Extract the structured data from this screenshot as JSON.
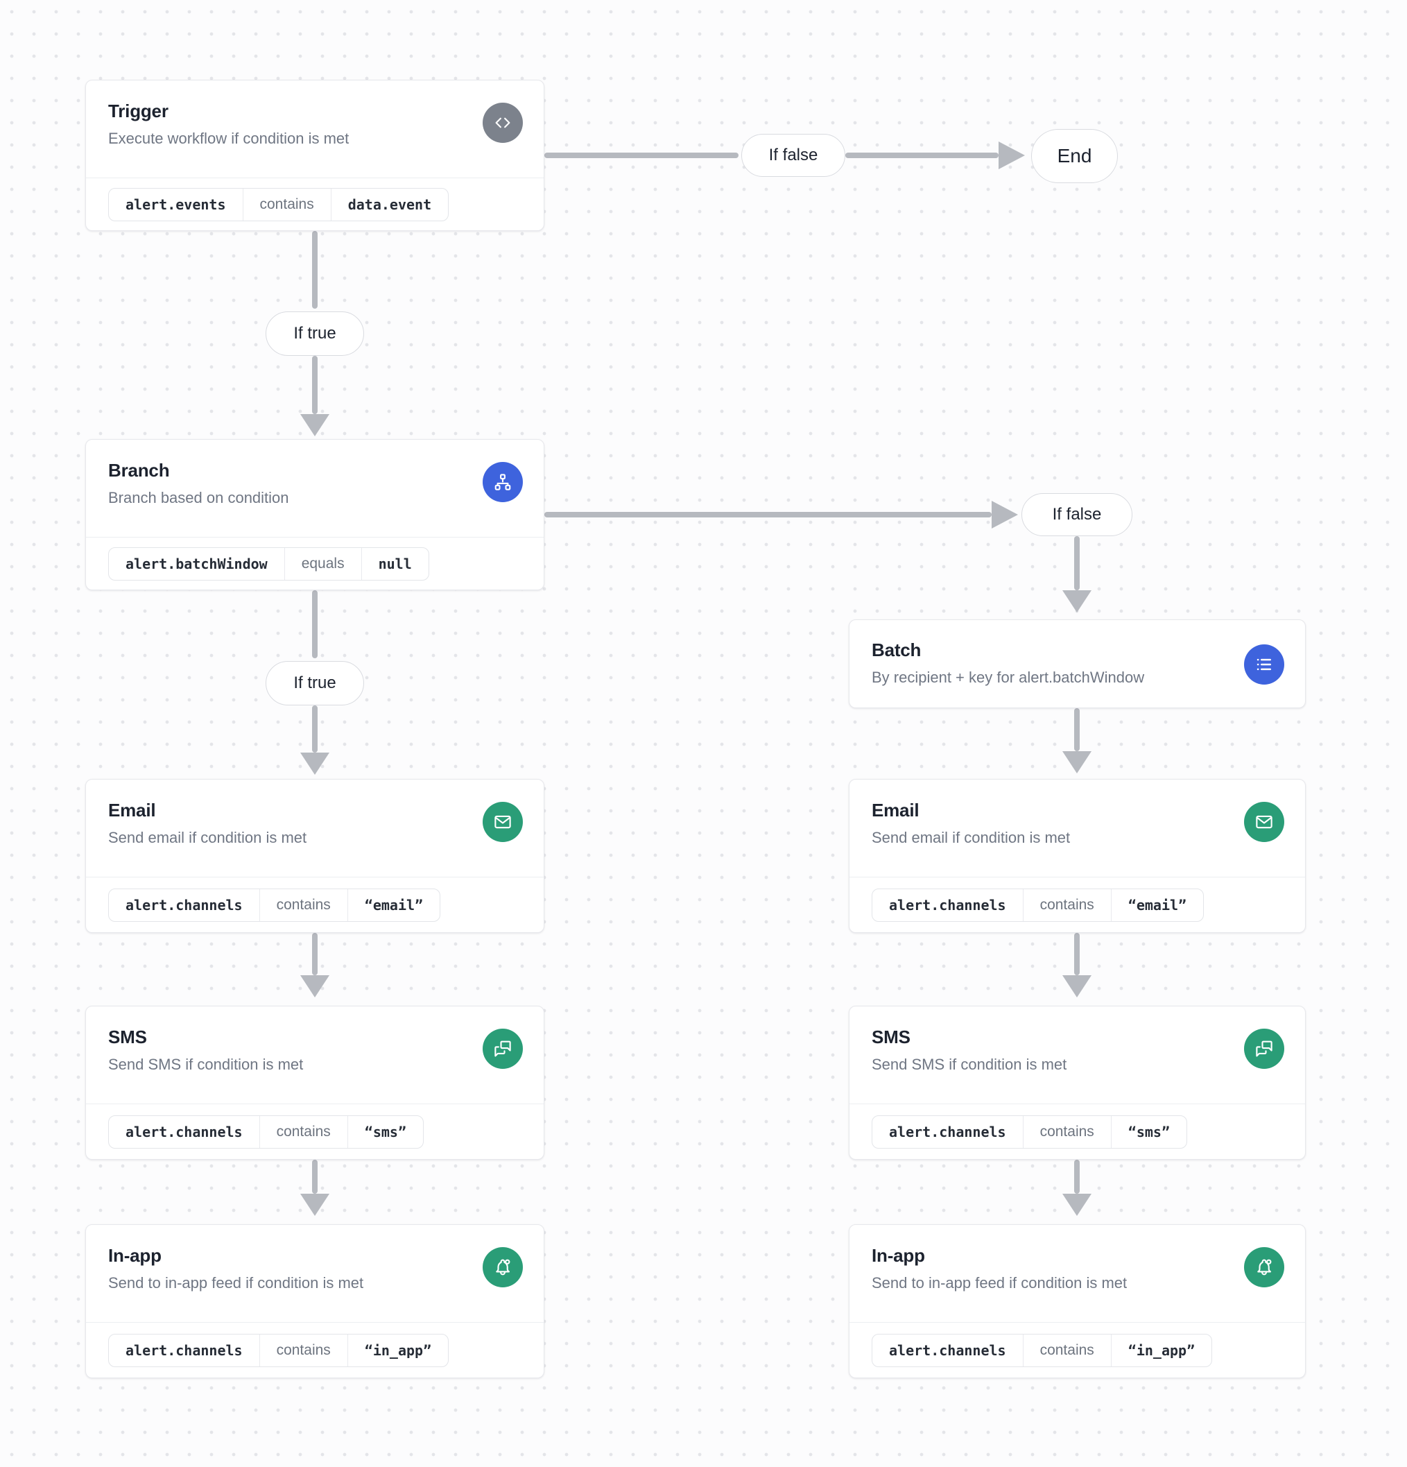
{
  "labels": {
    "if_true_1": "If true",
    "if_true_2": "If true",
    "if_false_top": "If false",
    "if_false_right": "If false",
    "end": "End"
  },
  "nodes": [
    {
      "id": "trigger",
      "title": "Trigger",
      "subtitle": "Execute workflow if condition is met",
      "icon": "code-icon",
      "condition": {
        "field": "alert.events",
        "operator": "contains",
        "value": "data.event"
      }
    },
    {
      "id": "branch",
      "title": "Branch",
      "subtitle": "Branch based on condition",
      "icon": "branch-icon",
      "condition": {
        "field": "alert.batchWindow",
        "operator": "equals",
        "value": "null"
      }
    },
    {
      "id": "batch",
      "title": "Batch",
      "subtitle": "By recipient + key for alert.batchWindow",
      "icon": "list-icon"
    },
    {
      "id": "email-left",
      "title": "Email",
      "subtitle": "Send email if condition is met",
      "icon": "mail-icon",
      "condition": {
        "field": "alert.channels",
        "operator": "contains",
        "value": "“email”"
      }
    },
    {
      "id": "sms-left",
      "title": "SMS",
      "subtitle": "Send SMS if condition is met",
      "icon": "chat-bubbles-icon",
      "condition": {
        "field": "alert.channels",
        "operator": "contains",
        "value": "“sms”"
      }
    },
    {
      "id": "inapp-left",
      "title": "In-app",
      "subtitle": "Send to in-app feed if condition is met",
      "icon": "bell-icon",
      "condition": {
        "field": "alert.channels",
        "operator": "contains",
        "value": "“in_app”"
      }
    },
    {
      "id": "email-right",
      "title": "Email",
      "subtitle": "Send email if condition is met",
      "icon": "mail-icon",
      "condition": {
        "field": "alert.channels",
        "operator": "contains",
        "value": "“email”"
      }
    },
    {
      "id": "sms-right",
      "title": "SMS",
      "subtitle": "Send SMS if condition is met",
      "icon": "chat-bubbles-icon",
      "condition": {
        "field": "alert.channels",
        "operator": "contains",
        "value": "“sms”"
      }
    },
    {
      "id": "inapp-right",
      "title": "In-app",
      "subtitle": "Send to in-app feed if condition is met",
      "icon": "bell-icon",
      "condition": {
        "field": "alert.channels",
        "operator": "contains",
        "value": "“in_app”"
      }
    }
  ],
  "colors": {
    "accent_gray": "#7c828c",
    "accent_blue": "#3e63dd",
    "accent_green": "#2a9d77",
    "arrow": "#b6b9bf",
    "card_border": "#e7e8ec"
  }
}
